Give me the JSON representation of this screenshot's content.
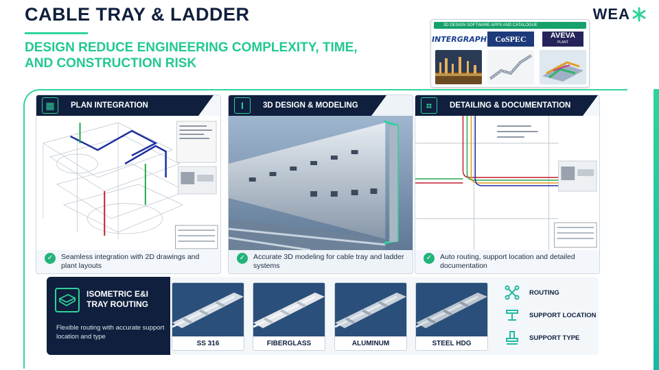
{
  "header": {
    "title": "CABLE TRAY & LADDER",
    "subtitle": "DESIGN REDUCE ENGINEERING COMPLEXITY, TIME, AND CONSTRUCTION RISK",
    "brand": "WEA"
  },
  "catalog": {
    "heading": "3D DESIGN SOFTWARE APPS AND CATALOGUE",
    "logos": [
      "INTERGRAPH",
      "CoSPEC",
      "AVEVA"
    ],
    "aveva_sub": "PLANT"
  },
  "cards": [
    {
      "title": "PLAN INTEGRATION",
      "icon": "plan-drawing-icon",
      "caption": "Seamless integration with 2D drawings and plant layouts"
    },
    {
      "title": "3D DESIGN & MODELING",
      "icon": "i-beam-icon",
      "caption": "Accurate 3D modeling for cable tray and ladder systems"
    },
    {
      "title": "DETAILING & DOCUMENTATION",
      "icon": "document-icon",
      "caption": "Auto routing, support location and detailed documentation"
    }
  ],
  "isometric": {
    "title": "ISOMETRIC E&I TRAY ROUTING",
    "description": "Flexible routing with accurate support location and type"
  },
  "materials": [
    "SS 316",
    "FIBERGLASS",
    "ALUMINUM",
    "STEEL HDG"
  ],
  "features": [
    {
      "label": "ROUTING",
      "icon": "routing-icon"
    },
    {
      "label": "SUPPORT LOCATION",
      "icon": "support-location-icon"
    },
    {
      "label": "SUPPORT TYPE",
      "icon": "support-type-icon"
    }
  ],
  "colors": {
    "navy": "#0f1f3d",
    "accent_green": "#2fd39a",
    "check_green": "#22b37a"
  }
}
